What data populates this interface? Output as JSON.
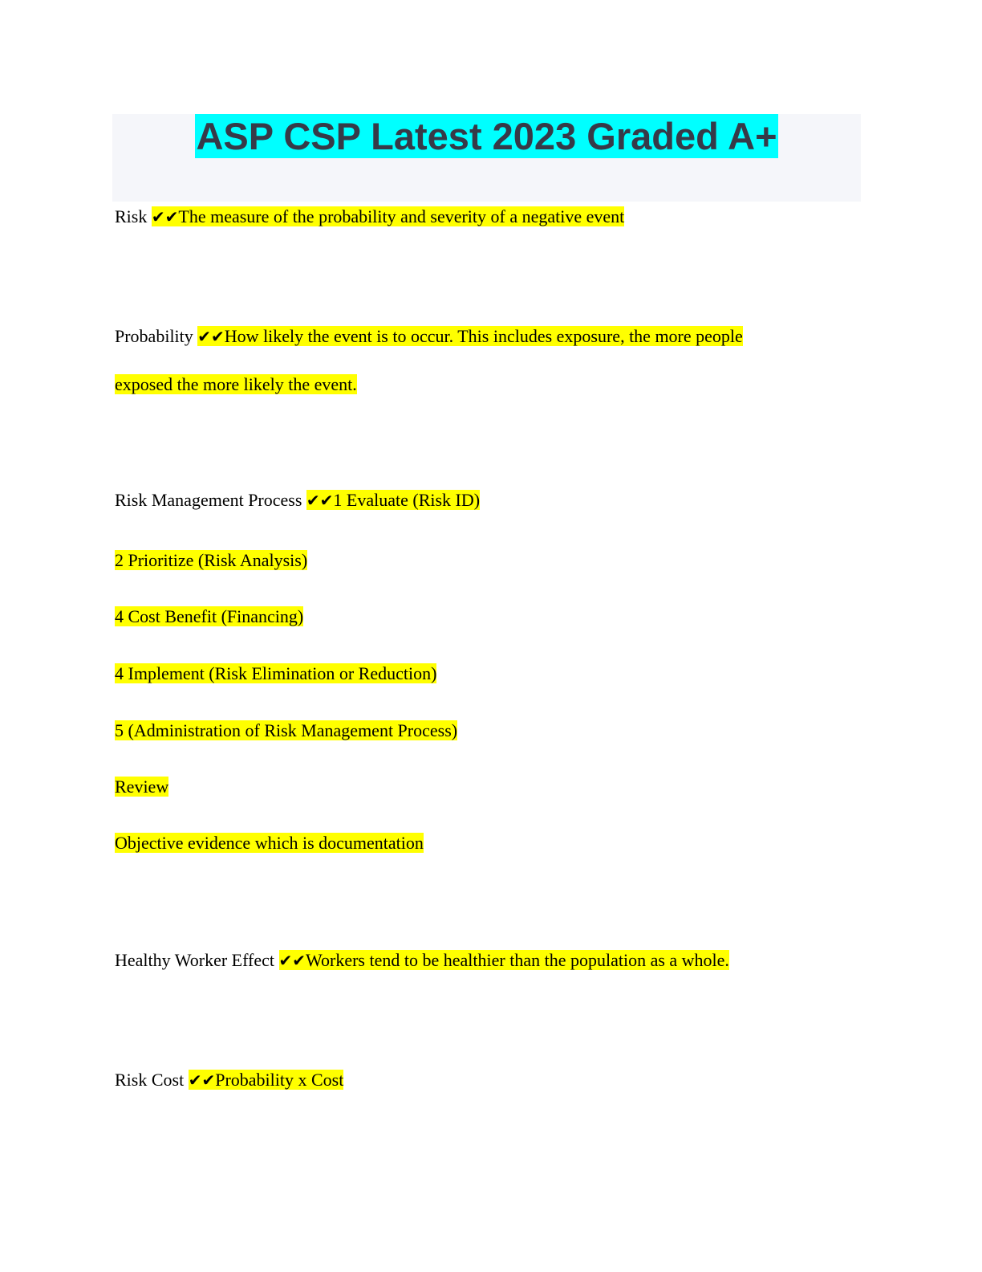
{
  "title": "ASP CSP Latest 2023 Graded A+",
  "check_mark": "✔✔",
  "entries": [
    {
      "term": "Risk",
      "lines": [
        "The measure of the probability and severity of a negative event"
      ]
    },
    {
      "term": "Probability",
      "lines": [
        "How likely the event is to occur. This includes exposure, the more people",
        "exposed the more likely the event."
      ]
    },
    {
      "term": "Risk Management Process",
      "lines": [
        "1 Evaluate (Risk ID)",
        "2 Prioritize (Risk Analysis)",
        "4 Cost Benefit (Financing)",
        "4 Implement (Risk Elimination or Reduction)",
        "5 (Administration of Risk Management Process)",
        "Review",
        "Objective evidence which is documentation"
      ]
    },
    {
      "term": "Healthy Worker Effect",
      "lines": [
        "Workers tend to be healthier than the population as a whole."
      ]
    },
    {
      "term": "Risk Cost",
      "lines": [
        "Probability x Cost"
      ]
    }
  ]
}
